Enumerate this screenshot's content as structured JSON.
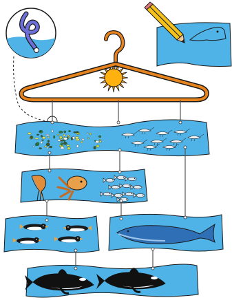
{
  "diagram": {
    "panels": [
      {
        "id": "plankton",
        "contents": [
          "phytoplankton",
          "krill"
        ]
      },
      {
        "id": "squid-fish",
        "contents": [
          "squid",
          "small-fish"
        ]
      },
      {
        "id": "penguins",
        "contents": [
          "penguin",
          "penguin",
          "penguin"
        ]
      },
      {
        "id": "whale",
        "contents": [
          "blue-whale"
        ]
      },
      {
        "id": "orcas",
        "contents": [
          "orca",
          "orca"
        ]
      }
    ],
    "connections": [
      {
        "from": "plankton",
        "to": "squid-fish"
      },
      {
        "from": "squid-fish",
        "to": "penguins"
      },
      {
        "from": "squid-fish",
        "to": "whale"
      },
      {
        "from": "plankton",
        "to": "whale"
      },
      {
        "from": "penguins",
        "to": "orcas"
      },
      {
        "from": "whale",
        "to": "orcas"
      }
    ],
    "hanger": "clothes-hanger",
    "sun": "sun-icon",
    "insets": [
      "knot-detail",
      "pencil-drawing-card"
    ]
  },
  "colors": {
    "water": "#4fb3e8",
    "water_dark": "#2b8fd0",
    "hanger": "#e8841e",
    "sun": "#f7a21b",
    "sun_core": "#ffb20f",
    "outline": "#1a1a1a",
    "string": "#555555",
    "pencil_body": "#f4c21b",
    "pencil_tip": "#f2c89a"
  }
}
